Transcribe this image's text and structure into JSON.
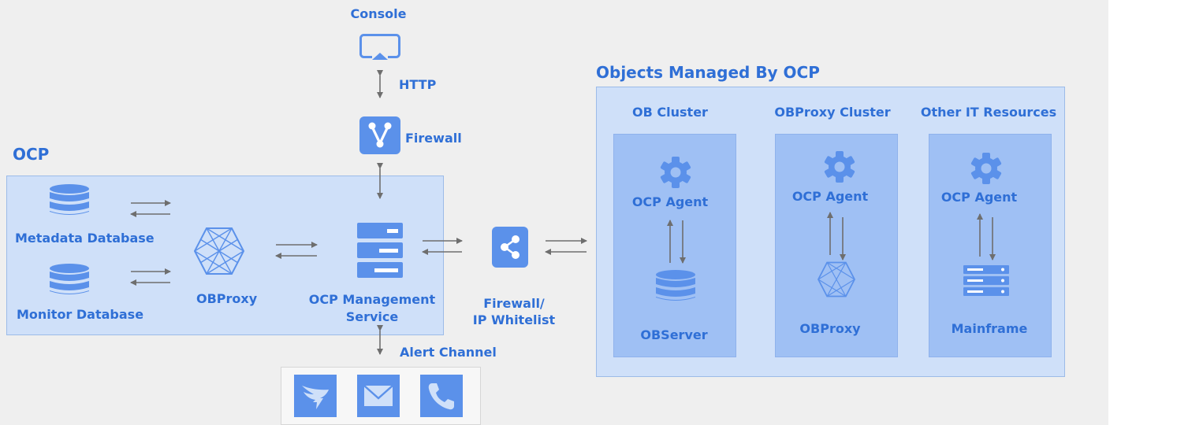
{
  "console": {
    "label": "Console"
  },
  "http": {
    "label": "HTTP"
  },
  "firewall_top": {
    "label": "Firewall"
  },
  "ocp": {
    "title": "OCP",
    "metadata_db": "Metadata Database",
    "monitor_db": "Monitor Database",
    "obproxy": "OBProxy",
    "mgmt_line1": "OCP Management",
    "mgmt_line2": "Service"
  },
  "alert": {
    "label": "Alert Channel"
  },
  "firewall_mid": {
    "line1": "Firewall/",
    "line2": "IP Whitelist"
  },
  "managed": {
    "title": "Objects Managed By OCP",
    "columns": [
      {
        "heading": "OB Cluster",
        "agent": "OCP Agent",
        "target": "OBServer"
      },
      {
        "heading": "OBProxy Cluster",
        "agent": "OCP Agent",
        "target": "OBProxy"
      },
      {
        "heading": "Other  IT Resources",
        "agent": "OCP Agent",
        "target": "Mainframe"
      }
    ]
  },
  "colors": {
    "accent": "#2f6fd6",
    "icon": "#5b91ea",
    "panel": "#cfe0f9",
    "column": "#9fc0f4",
    "arrow": "#6e6e6e"
  },
  "icons": [
    "monitor-icon",
    "firewall-branch-icon",
    "database-icon",
    "hexagon-proxy-icon",
    "server-stack-icon",
    "share-icon",
    "gear-icon",
    "mainframe-icon",
    "dingtalk-icon",
    "mail-icon",
    "phone-icon"
  ]
}
